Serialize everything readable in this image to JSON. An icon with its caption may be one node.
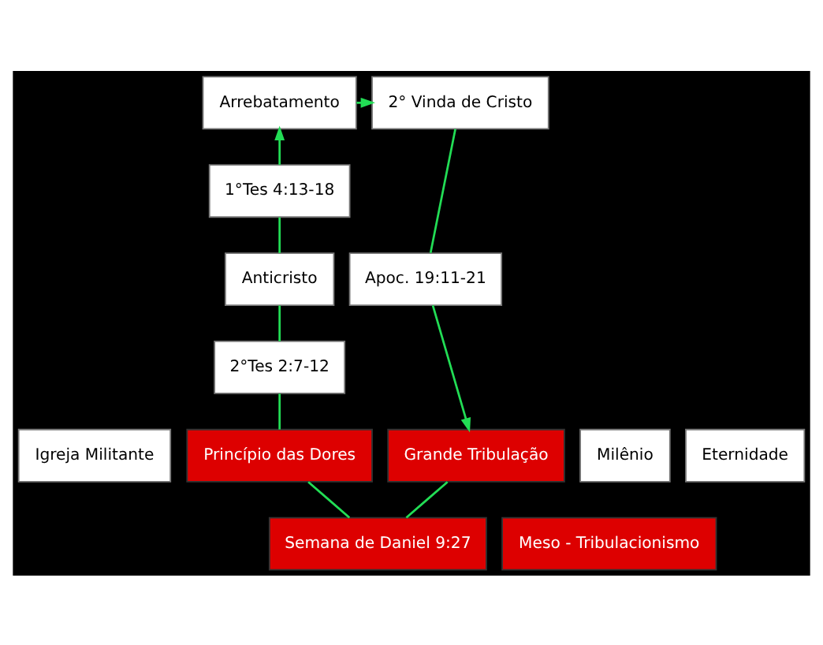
{
  "diagram": {
    "nodes": [
      {
        "text": [
          "Arrebatamento"
        ]
      },
      {
        "text": [
          "2° Vinda de Cristo"
        ]
      },
      {
        "text": [
          "1°Tes 4:13-18"
        ]
      },
      {
        "text": [
          "Apoc. 19:11-21"
        ]
      },
      {
        "text": [
          "Anticristo"
        ]
      },
      {
        "text": [
          "2°Tes 2:7-12"
        ]
      },
      {
        "text": [
          "Igreja Militante"
        ]
      },
      {
        "text": [
          "Princípio das Dores"
        ]
      },
      {
        "text": [
          "Grande Tribulação"
        ]
      },
      {
        "text": [
          "Milênio"
        ]
      },
      {
        "text": [
          "Eternidade"
        ]
      },
      {
        "text": [
          "Semana de Daniel 9:27"
        ]
      },
      {
        "text": [
          "Meso - Tribulacionismo"
        ]
      }
    ],
    "edges": [
      {
        "from": 7,
        "to": 5,
        "arrow": "none"
      },
      {
        "from": 5,
        "to": 4,
        "arrow": "none"
      },
      {
        "from": 4,
        "to": 2,
        "arrow": "none"
      },
      {
        "from": 2,
        "to": 0,
        "arrow": "to"
      },
      {
        "from": 0,
        "to": 1,
        "arrow": "to"
      },
      {
        "from": 1,
        "to": 3,
        "arrow": "none"
      },
      {
        "from": 3,
        "to": 8,
        "arrow": "to"
      },
      {
        "from": 11,
        "to": 7,
        "arrow": "none"
      },
      {
        "from": 11,
        "to": 8,
        "arrow": "none"
      }
    ]
  }
}
